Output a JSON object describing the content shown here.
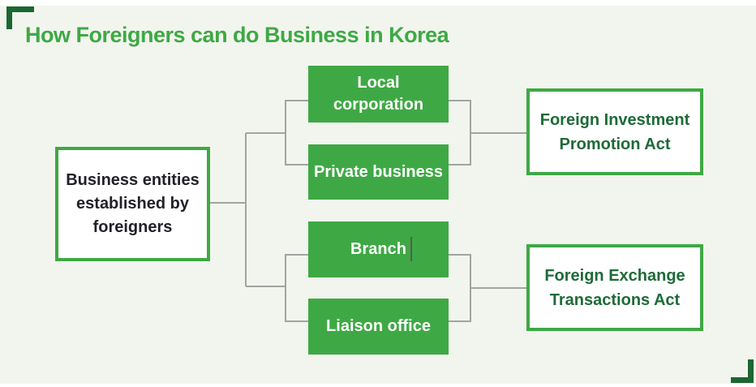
{
  "title": "How Foreigners can do Business in Korea",
  "colors": {
    "background": "#f2f5ee",
    "bright_green": "#3ea944",
    "dark_green": "#1c6631",
    "act_text_green": "#1e6b38",
    "line_gray": "#a3a3a3",
    "box_text_dark": "#212228",
    "white": "#ffffff"
  },
  "diagram": {
    "root": {
      "label": "Business entities established by foreigners"
    },
    "entities": [
      {
        "label": "Local corporation"
      },
      {
        "label": "Private business"
      },
      {
        "label": "Branch"
      },
      {
        "label": "Liaison office"
      }
    ],
    "acts": [
      {
        "label": "Foreign Investment Promotion Act"
      },
      {
        "label": "Foreign Exchange Transactions Act"
      }
    ]
  }
}
